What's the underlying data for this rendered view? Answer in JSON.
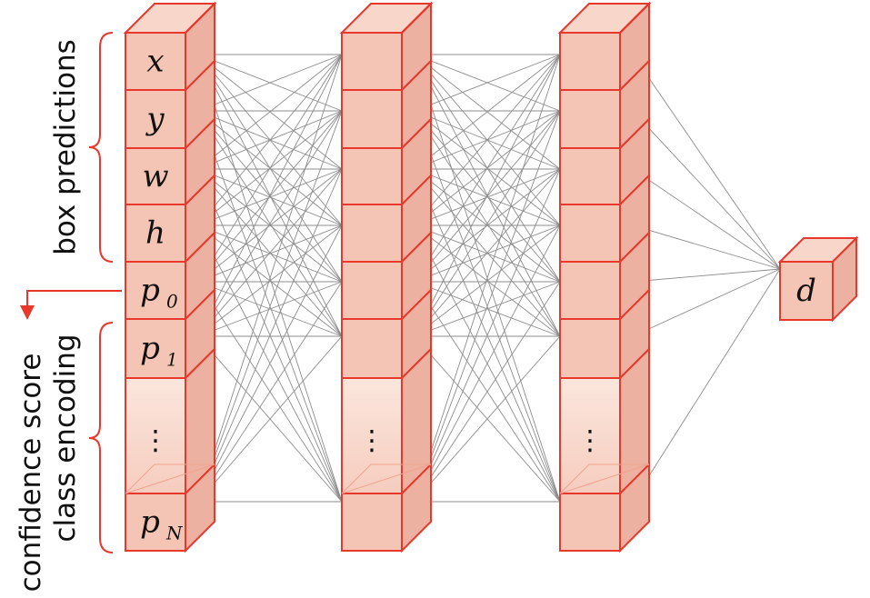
{
  "colors": {
    "box_fill": "#f4c4b4",
    "box_fill_light": "#fbe3da",
    "box_top": "#f8d6c9",
    "box_side": "#ecb1a1",
    "outline": "#e8372b",
    "connection": "#8c8c8c",
    "arrow": "#e8372b",
    "text": "#111111"
  },
  "labels": {
    "box_predictions": "box predictions",
    "confidence_score": "confidence score",
    "class_encoding": "class encoding"
  },
  "input_layer": {
    "cells": [
      {
        "name": "x",
        "sub": ""
      },
      {
        "name": "y",
        "sub": ""
      },
      {
        "name": "w",
        "sub": ""
      },
      {
        "name": "h",
        "sub": ""
      },
      {
        "name": "p",
        "sub": "0"
      },
      {
        "name": "p",
        "sub": "1"
      },
      {
        "name": "⋮",
        "sub": ""
      },
      {
        "name": "p",
        "sub": "N"
      }
    ]
  },
  "hidden_layers": [
    {
      "ellipsis": "⋮"
    },
    {
      "ellipsis": "⋮"
    }
  ],
  "output_node": {
    "label": "d"
  }
}
